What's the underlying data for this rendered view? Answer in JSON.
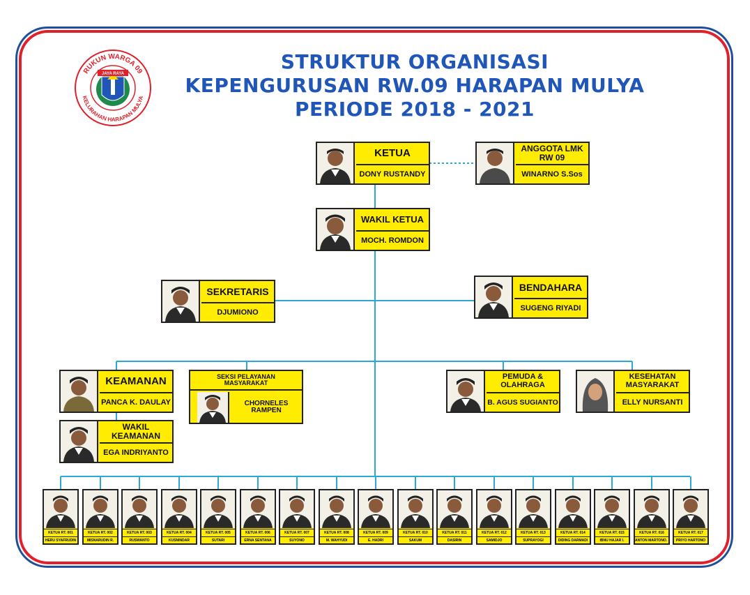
{
  "header": {
    "line1": "STRUKTUR ORGANISASI",
    "line2": "KEPENGURUSAN RW.09 HARAPAN MULYA",
    "line3": "PERIODE 2018 - 2021"
  },
  "logo": {
    "top_text": "RUKUN WARGA 09",
    "banner": "JAYA RAYA",
    "bottom_text": "KELURAHAN HARAPAN MULYA"
  },
  "colors": {
    "title": "#1f56b8",
    "card": "#ffec00",
    "line": "#2aa9d6",
    "frame_red": "#e0202a",
    "frame_blue": "#1f4f9c"
  },
  "ketua": {
    "role": "KETUA",
    "name": "DONY RUSTANDY"
  },
  "lmk": {
    "role": "ANGGOTA LMK RW 09",
    "name": "WINARNO S.Sos"
  },
  "wakil_ketua": {
    "role": "WAKIL KETUA",
    "name": "MOCH. ROMDON"
  },
  "sekretaris": {
    "role": "SEKRETARIS",
    "name": "DJUMIONO"
  },
  "bendahara": {
    "role": "BENDAHARA",
    "name": "SUGENG RIYADI"
  },
  "keamanan": {
    "role": "KEAMANAN",
    "name": "PANCA K. DAULAY"
  },
  "wakil_keamanan": {
    "role": "WAKIL KEAMANAN",
    "name": "EGA INDRIYANTO"
  },
  "pelayanan": {
    "role": "SEKSI PELAYANAN MASYARAKAT",
    "name": "CHORNELES RAMPEN"
  },
  "pemuda": {
    "role": "PEMUDA & OLAHRAGA",
    "name": "B. AGUS SUGIANTO"
  },
  "kesehatan": {
    "role": "KESEHATAN MASYARAKAT",
    "name": "ELLY NURSANTI"
  },
  "rt_list": [
    {
      "role": "KETUA RT. 001",
      "name": "HERU SYAFRUDIN"
    },
    {
      "role": "KETUA RT. 002",
      "name": "MISNARUDIN R."
    },
    {
      "role": "KETUA RT. 003",
      "name": "RUSWANTO"
    },
    {
      "role": "KETUA RT. 004",
      "name": "KUSNINDAR"
    },
    {
      "role": "KETUA RT. 005",
      "name": "SUTARI"
    },
    {
      "role": "KETUA RT. 006",
      "name": "ERNA SENTANA"
    },
    {
      "role": "KETUA RT. 007",
      "name": "SUYONO"
    },
    {
      "role": "KETUA RT. 008",
      "name": "M. WAHYUDI"
    },
    {
      "role": "KETUA RT. 009",
      "name": "E. HADRI"
    },
    {
      "role": "KETUA RT. 010",
      "name": "SAKUM"
    },
    {
      "role": "KETUA RT. 011",
      "name": "DASIRIN"
    },
    {
      "role": "KETUA RT. 012",
      "name": "SAMIDJO"
    },
    {
      "role": "KETUA RT. 013",
      "name": "SUPRAYOGI"
    },
    {
      "role": "KETUA RT. 014",
      "name": "DIDING DARMADI"
    },
    {
      "role": "KETUA RT. 015",
      "name": "IBNU HAJAR I."
    },
    {
      "role": "KETUA RT. 016",
      "name": "ANTON MARTONO. SE"
    },
    {
      "role": "KETUA RT. 017",
      "name": "PRIYO HARTONO"
    }
  ]
}
